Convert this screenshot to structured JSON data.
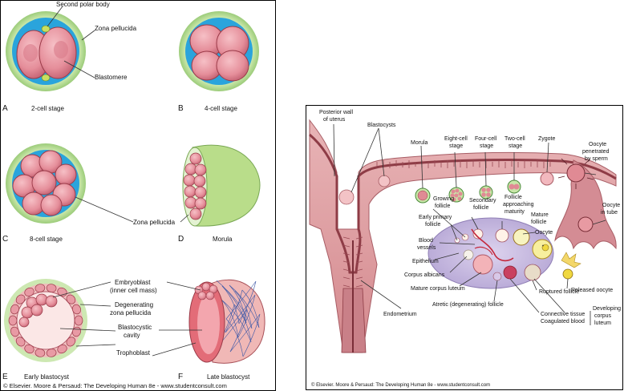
{
  "left_figure": {
    "panels": [
      {
        "letter": "A",
        "caption": "2-cell stage"
      },
      {
        "letter": "B",
        "caption": "4-cell stage"
      },
      {
        "letter": "C",
        "caption": "8-cell stage"
      },
      {
        "letter": "D",
        "caption": "Morula"
      },
      {
        "letter": "E",
        "caption": "Early blastocyst"
      },
      {
        "letter": "F",
        "caption": "Late blastocyst"
      }
    ],
    "labels": {
      "second_polar_body": "Second polar body",
      "zona_pellucida_a": "Zona pellucida",
      "blastomere": "Blastomere",
      "zona_pellucida_cd": "Zona pellucida",
      "embryoblast_1": "Embryoblast",
      "embryoblast_2": "(inner cell mass)",
      "degenerating_1": "Degenerating",
      "degenerating_2": "zona pellucida",
      "blastocystic_1": "Blastocystic",
      "blastocystic_2": "cavity",
      "trophoblast": "Trophoblast"
    },
    "copyright": "© Elsevier. Moore & Persaud: The Developing Human 8e - www.studentconsult.com"
  },
  "right_figure": {
    "labels": {
      "posterior_wall_1": "Posterior wall",
      "posterior_wall_2": "of uterus",
      "blastocysts": "Blastocysts",
      "morula": "Morula",
      "eight_cell_1": "Eight-cell",
      "eight_cell_2": "stage",
      "four_cell_1": "Four-cell",
      "four_cell_2": "stage",
      "two_cell_1": "Two-cell",
      "two_cell_2": "stage",
      "zygote": "Zygote",
      "oocyte_penetrated_1": "Oocyte",
      "oocyte_penetrated_2": "penetrated",
      "oocyte_penetrated_3": "by sperm",
      "oocyte_in_tube_1": "Oocyte",
      "oocyte_in_tube_2": "in tube",
      "growing_follicle_1": "Growing",
      "growing_follicle_2": "follicle",
      "secondary_follicle_1": "Secondary",
      "secondary_follicle_2": "follicle",
      "follicle_approaching_1": "Follicle",
      "follicle_approaching_2": "approaching",
      "follicle_approaching_3": "maturity",
      "early_primary_1": "Early primary",
      "early_primary_2": "follicle",
      "mature_follicle_1": "Mature",
      "mature_follicle_2": "follicle",
      "oocyte": "Oocyte",
      "blood_vessels_1": "Blood",
      "blood_vessels_2": "vessels",
      "epithelium": "Epithelium",
      "corpus_albicans": "Corpus albicans",
      "mature_corpus_luteum": "Mature corpus luteum",
      "ruptured_follicle": "Ruptured follicle",
      "released_oocyte": "Released oocyte",
      "endometrium": "Endometrium",
      "atretic_follicle": "Atretic (degenerating) follicle",
      "connective_tissue": "Connective tissue",
      "coagulated_blood": "Coagulated blood",
      "developing_cl_1": "Developing",
      "developing_cl_2": "corpus",
      "developing_cl_3": "luteum"
    },
    "copyright": "© Elsevier. Moore & Persaud: The Developing Human 8e - www.studentconsult.com"
  },
  "colors": {
    "zona_green": "#c8e6a8",
    "zona_blue": "#2aa4dc",
    "cell_pink": "#e8909a",
    "cell_outline": "#9a3a48",
    "uterus_pink": "#e0a5a8",
    "uterus_wall": "#b0606a",
    "ovary_lilac": "#cbbfe0"
  }
}
